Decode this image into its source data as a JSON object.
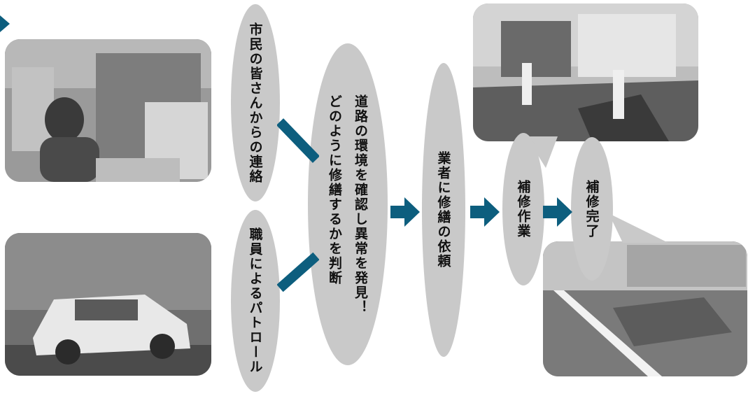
{
  "nodes": {
    "citizen_contact": "市民の皆さんからの連絡",
    "staff_patrol": "職員によるパトロール",
    "inspect_line1": "道路の環境を確認し異常を発見！",
    "inspect_line2": "どのように修繕するかを判断",
    "contractor_request": "業者に修繕の依頼",
    "repair_work": "補修作業",
    "repair_complete": "補修完了"
  },
  "colors": {
    "arrow": "#0d5e7e",
    "oval": "#c9c9c9"
  }
}
